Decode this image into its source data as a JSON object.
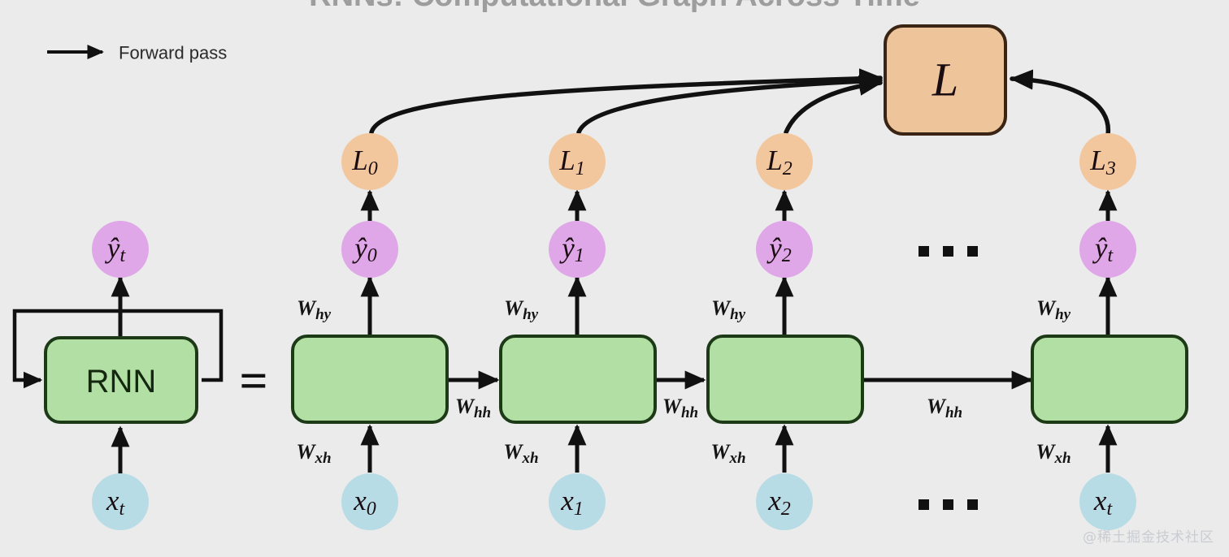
{
  "title": "RNNs: Computational Graph Across Time",
  "legend": {
    "forward_pass_label": "Forward pass",
    "arrow_icon": "arrow-right-icon"
  },
  "colors": {
    "background": "#ebebeb",
    "green_cell": "#b2e0a4",
    "green_cell_border": "#1d3a17",
    "purple_node": "#dfa6e8",
    "blue_node": "#b8dce5",
    "orange_node": "#f2c79e",
    "orange_box": "#eec49b",
    "orange_box_border": "#3a2414",
    "stroke": "#111111",
    "watermark": "#c9cdd2"
  },
  "folded": {
    "cell_label": "RNN",
    "output_label": "ŷ",
    "output_sub": "t",
    "input_label": "x",
    "input_sub": "t",
    "equals_sign": "="
  },
  "total_loss": {
    "label": "L",
    "name": "total-loss-box"
  },
  "timesteps": [
    {
      "index": 0,
      "loss_label": "L",
      "loss_sub": "0",
      "yhat_label": "ŷ",
      "yhat_sub": "0",
      "x_label": "x",
      "x_sub": "0",
      "w_hy": "W",
      "w_hy_sub": "hy",
      "w_xh": "W",
      "w_xh_sub": "xh",
      "w_hh": "W",
      "w_hh_sub": "hh"
    },
    {
      "index": 1,
      "loss_label": "L",
      "loss_sub": "1",
      "yhat_label": "ŷ",
      "yhat_sub": "1",
      "x_label": "x",
      "x_sub": "1",
      "w_hy": "W",
      "w_hy_sub": "hy",
      "w_xh": "W",
      "w_xh_sub": "xh",
      "w_hh": "W",
      "w_hh_sub": "hh"
    },
    {
      "index": 2,
      "loss_label": "L",
      "loss_sub": "2",
      "yhat_label": "ŷ",
      "yhat_sub": "2",
      "x_label": "x",
      "x_sub": "2",
      "w_hy": "W",
      "w_hy_sub": "hy",
      "w_xh": "W",
      "w_xh_sub": "xh",
      "w_hh": "W",
      "w_hh_sub": "hh"
    },
    {
      "index": 3,
      "loss_label": "L",
      "loss_sub": "3",
      "yhat_label": "ŷ",
      "yhat_sub": "t",
      "x_label": "x",
      "x_sub": "t",
      "w_hy": "W",
      "w_hy_sub": "hy",
      "w_xh": "W",
      "w_xh_sub": "xh",
      "w_hh": "W",
      "w_hh_sub": "hh"
    }
  ],
  "ellipsis": {
    "glyph": "■",
    "count": 3
  },
  "watermark": "@稀土掘金技术社区"
}
